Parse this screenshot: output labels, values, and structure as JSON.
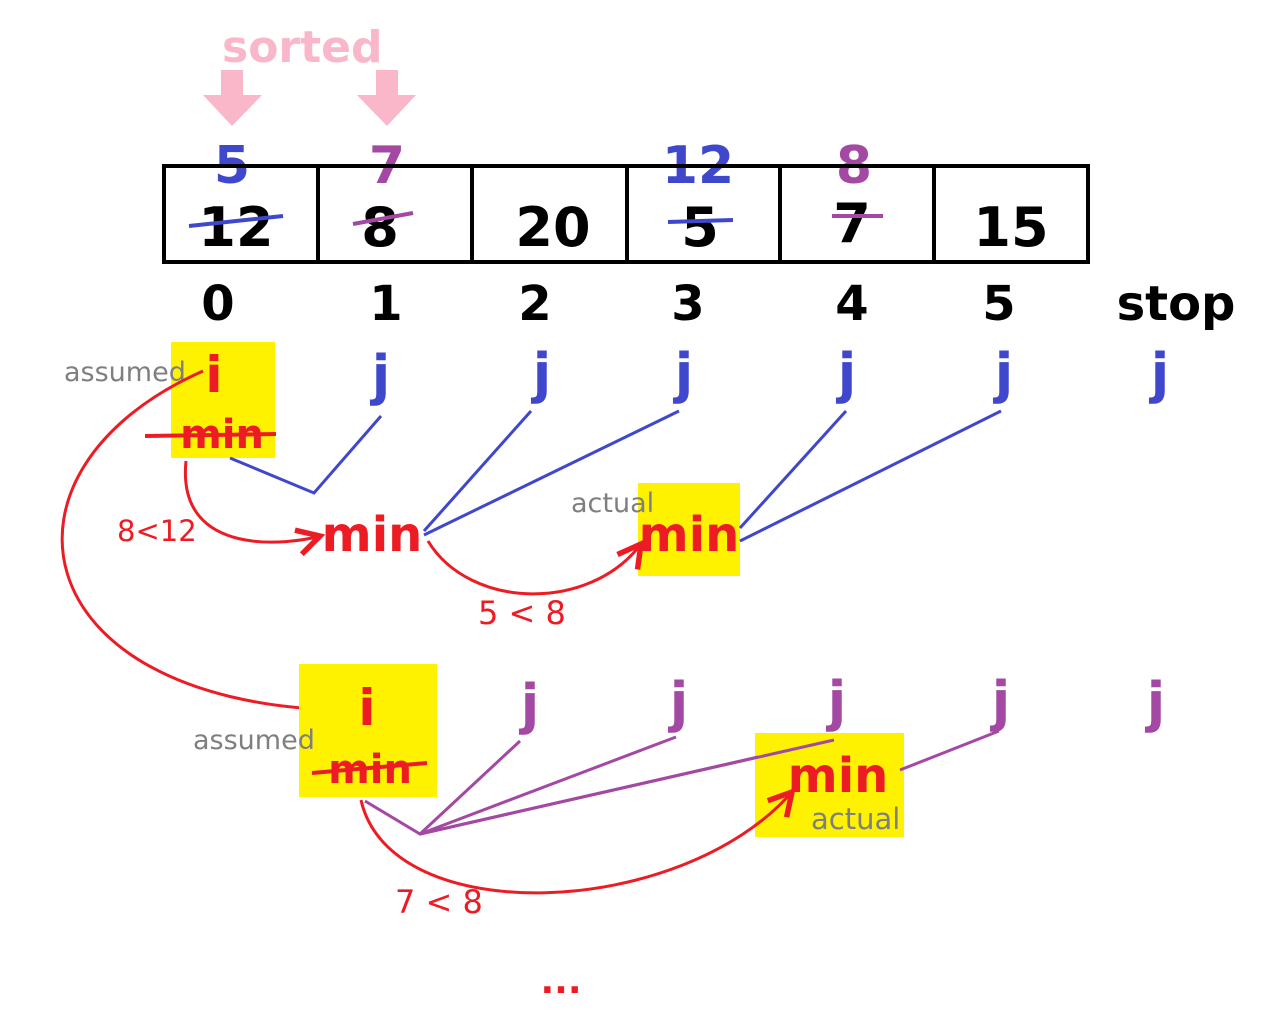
{
  "header": {
    "sorted_label": "sorted"
  },
  "colors": {
    "pink": "#f9b7c9",
    "blue": "#3f48cc",
    "purple": "#a349a4",
    "red": "#ed1c24",
    "black": "#000000",
    "grey": "#7f7f7f",
    "highlight": "#fff200"
  },
  "array": {
    "cells": [
      {
        "index": "0",
        "old_value": "12",
        "new_value": "5",
        "new_color": "blue"
      },
      {
        "index": "1",
        "old_value": "8",
        "new_value": "7",
        "new_color": "purple"
      },
      {
        "index": "2",
        "old_value": "20",
        "new_value": "",
        "new_color": ""
      },
      {
        "index": "3",
        "old_value": "5",
        "new_value": "12",
        "new_color": "blue"
      },
      {
        "index": "4",
        "old_value": "7",
        "new_value": "8",
        "new_color": "purple"
      },
      {
        "index": "5",
        "old_value": "15",
        "new_value": "",
        "new_color": ""
      }
    ],
    "stop_label": "stop"
  },
  "pass1": {
    "i_label": "i",
    "assumed_label": "assumed",
    "assumed_min_label": "min",
    "j_labels": [
      "j",
      "j",
      "j",
      "j",
      "j",
      "j"
    ],
    "mid_min_label": "min",
    "actual_label": "actual",
    "actual_min_label": "min",
    "compare_1": "8<12",
    "compare_2": "5 < 8"
  },
  "pass2": {
    "i_label": "i",
    "assumed_label": "assumed",
    "assumed_min_label": "min",
    "j_labels": [
      "j",
      "j",
      "j",
      "j",
      "j"
    ],
    "actual_label": "actual",
    "actual_min_label": "min",
    "compare_1": "7 < 8"
  },
  "footer": {
    "ellipsis": "..."
  }
}
